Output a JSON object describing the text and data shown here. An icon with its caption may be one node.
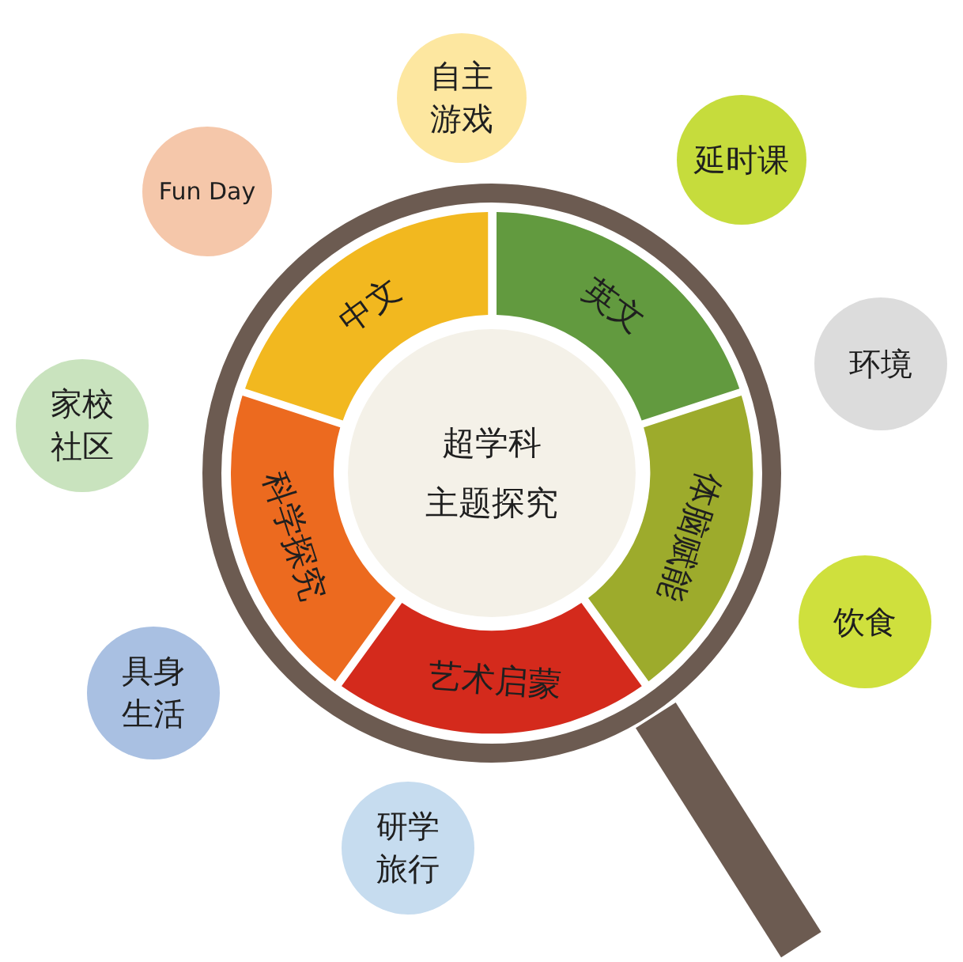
{
  "diagram": {
    "nodes": [
      {
        "text": [
          "超学科",
          "主题探究"
        ]
      },
      {
        "text": [
          "中文"
        ]
      },
      {
        "text": [
          "英文"
        ]
      },
      {
        "text": [
          "体脑赋能"
        ]
      },
      {
        "text": [
          "艺术启蒙"
        ]
      },
      {
        "text": [
          "科学探究"
        ]
      },
      {
        "text": [
          "自主游戏"
        ]
      },
      {
        "text": [
          "延时课"
        ]
      },
      {
        "text": [
          "环境"
        ]
      },
      {
        "text": [
          "饮食"
        ]
      },
      {
        "text": [
          "研学旅行"
        ]
      },
      {
        "text": [
          "具身生活"
        ]
      },
      {
        "text": [
          "家校社区"
        ]
      },
      {
        "text": [
          "Fun Day"
        ]
      },
      {
        "text": [],
        "shape": "bar"
      }
    ]
  }
}
